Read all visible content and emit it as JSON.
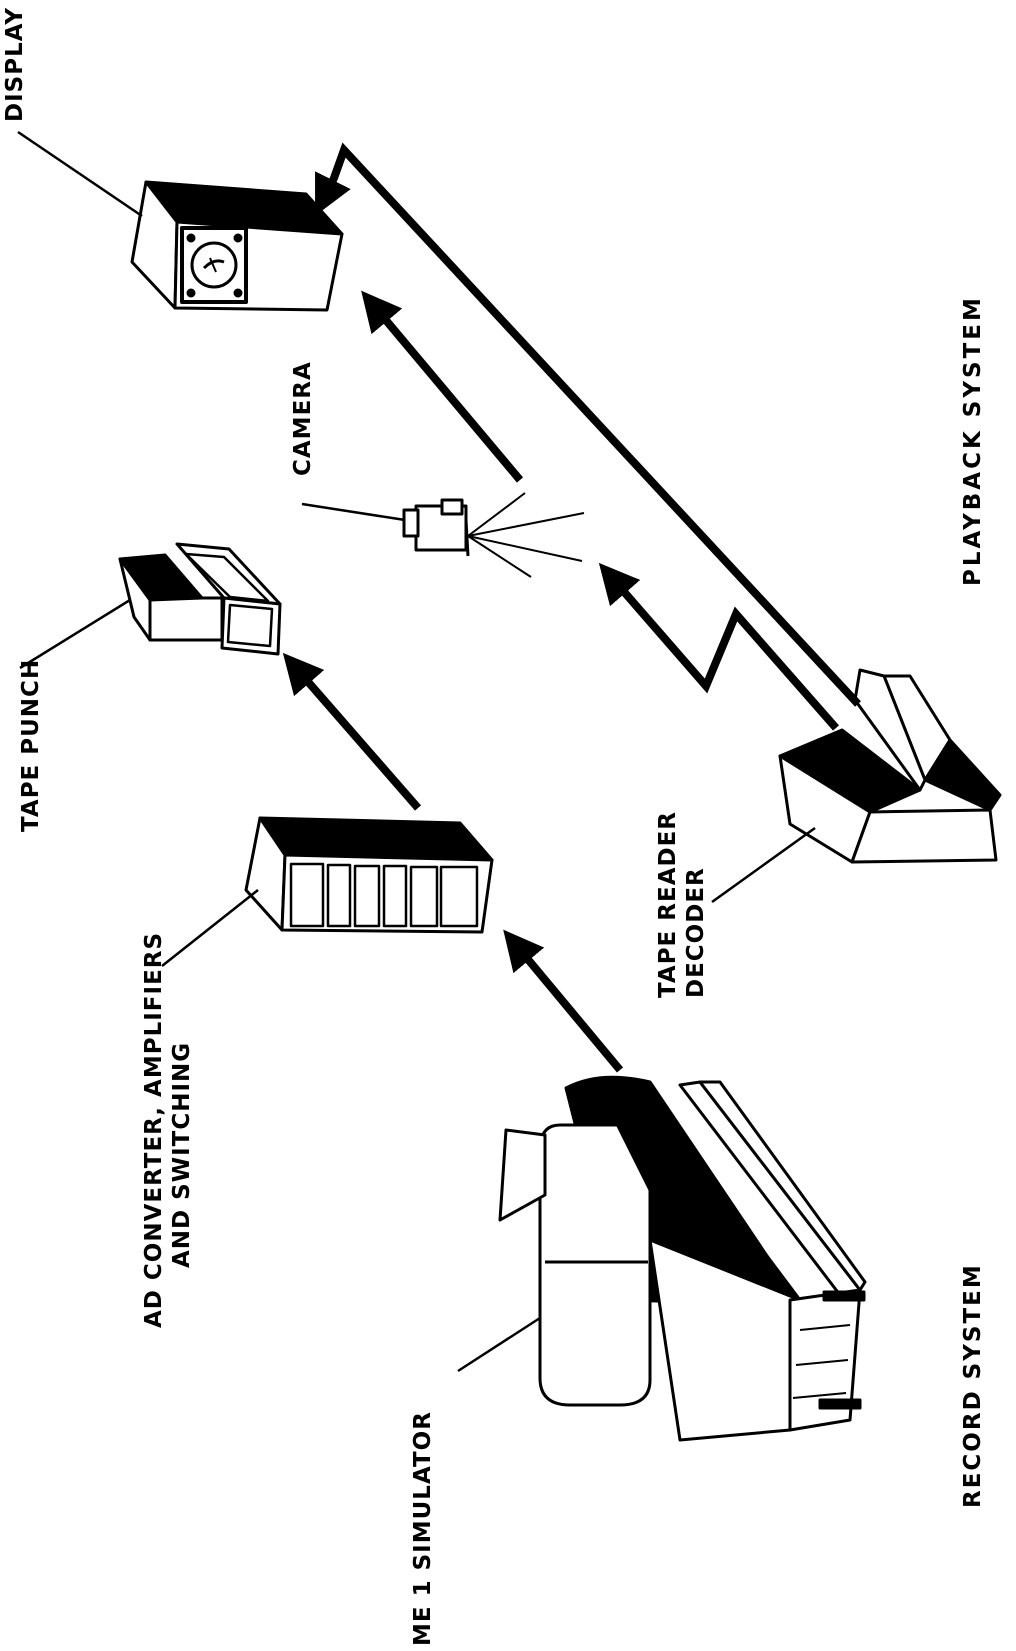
{
  "labels": {
    "display": "DISPLAY",
    "camera": "CAMERA",
    "tape_punch": "TAPE PUNCH",
    "ad_converter_line1": "AD CONVERTER, AMPLIFIERS",
    "ad_converter_line2": "AND SWITCHING",
    "tape_reader_line1": "TAPE READER",
    "tape_reader_line2": "DECODER",
    "simulator": "ME 1 SIMULATOR",
    "playback_system": "PLAYBACK SYSTEM",
    "record_system": "RECORD SYSTEM"
  }
}
